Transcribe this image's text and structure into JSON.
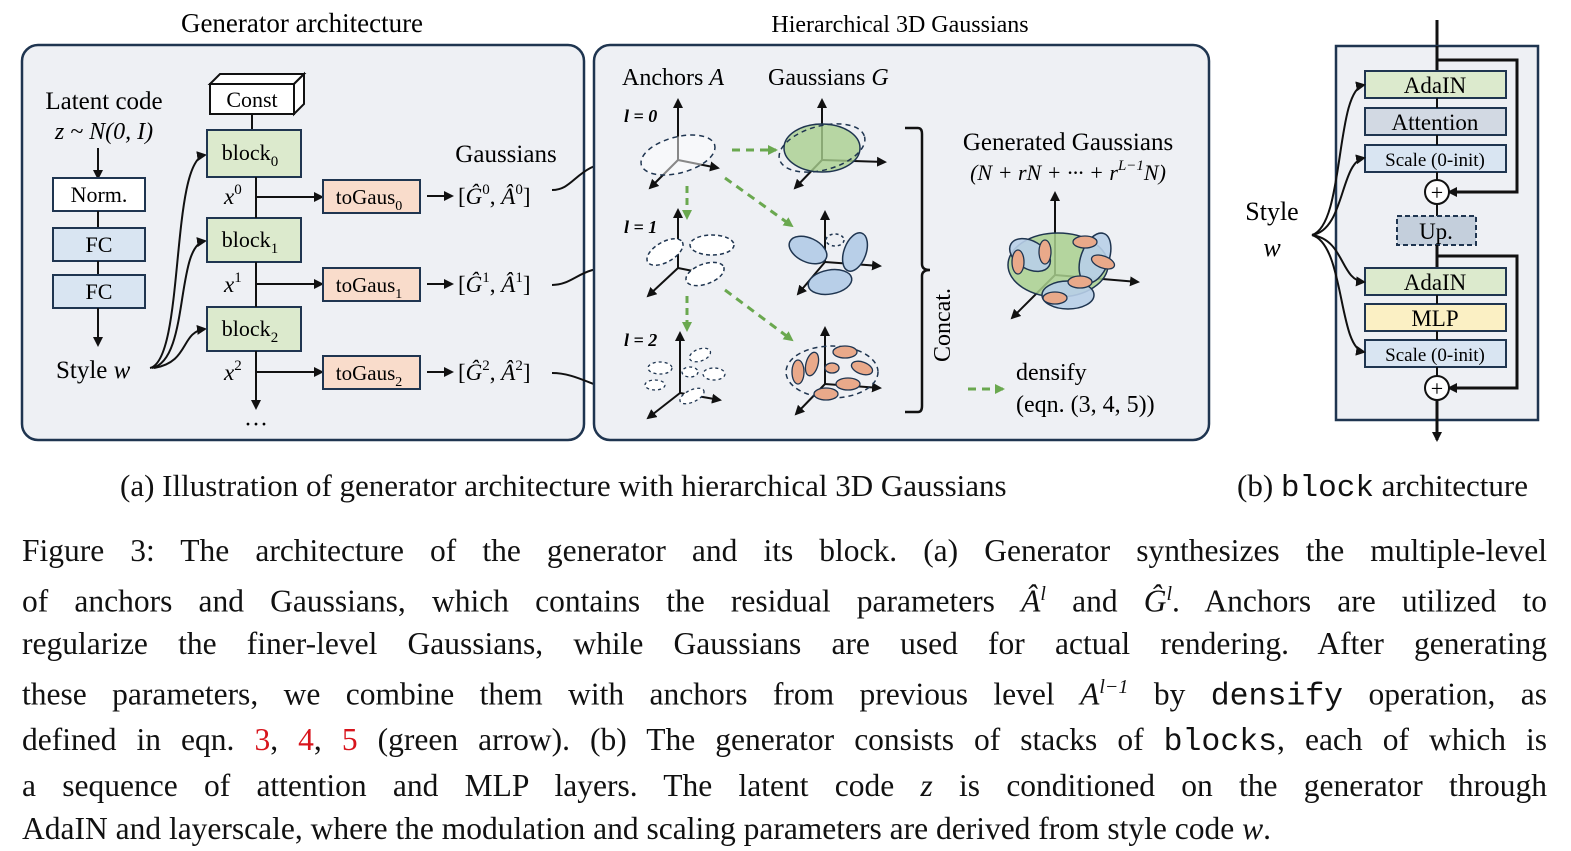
{
  "panel_a": {
    "title_generator": "Generator architecture",
    "title_hier": "Hierarchical 3D Gaussians",
    "latent_code": "Latent code",
    "latent_dist": "z ~ N(0, I)",
    "norm": "Norm.",
    "fc": "FC",
    "style": "Style",
    "style_var": "w",
    "const": "Const",
    "block": "block",
    "x": "x",
    "togaus": "toGaus",
    "gaussians": "Gaussians",
    "levels": [
      "0",
      "1",
      "2"
    ],
    "ellipsis": "···",
    "anchors": "Anchors",
    "anchors_var": "A",
    "gaussians_g": "Gaussians",
    "gaussians_g_var": "G",
    "l_labels": [
      "l = 0",
      "l = 1",
      "l = 2"
    ],
    "generated": "Generated Gaussians",
    "generated_count": "(N + rN + ··· + r",
    "generated_exp": "L−1",
    "generated_end": "N)",
    "concat": "Concat.",
    "densify": "densify",
    "densify_eqn": "(eqn. (3, 4, 5))"
  },
  "panel_b": {
    "adain": "AdaIN",
    "attention": "Attention",
    "scale": "Scale (0-init)",
    "up": "Up.",
    "mlp": "MLP",
    "plus": "+",
    "style": "Style",
    "style_var": "w"
  },
  "sub_caption_a": "(a) Illustration of generator architecture with hierarchical 3D Gaussians",
  "sub_caption_b_prefix": "(b)",
  "sub_caption_b_code": "block",
  "sub_caption_b_suffix": "architecture",
  "caption": {
    "l1": "Figure 3: The architecture of the generator and its block. (a) Generator synthesizes the multiple-level",
    "l2a": "of anchors and Gaussians, which contains the residual parameters ",
    "l2_sym1": "Â",
    "l2_sup": "l",
    "l2_and": " and ",
    "l2_sym2": "Ĝ",
    "l2b": ". Anchors are utilized to",
    "l3": "regularize the finer-level Gaussians, while Gaussians are used for actual rendering. After generating",
    "l4a": "these parameters, we combine them with anchors from previous level ",
    "l4_sym": "A",
    "l4_sup": "l−1",
    "l4b": " by ",
    "l4_code": "densify",
    "l4c": " operation, as",
    "l5a": "defined in eqn. ",
    "ref3": "3",
    "ref4": "4",
    "ref5": "5",
    "l5b": " (green arrow). (b) The generator consists of stacks of ",
    "l5_code": "blocks",
    "l5c": ", each of which is",
    "l6a": "a sequence of attention and MLP layers. The latent code ",
    "l6_z": "z",
    "l6b": " is conditioned on the generator through",
    "l7a": "AdaIN and layerscale, where the modulation and scaling parameters are derived from style code ",
    "l7_w": "w",
    "l7b": "."
  },
  "colors": {
    "panel_bg": "#eef0f4",
    "panel_border": "#1f3550",
    "green_box": "#dceacd",
    "blue_box": "#d9e5f2",
    "orange_box": "#f9dccb",
    "gray_box": "#d2d9e3",
    "yellow_box": "#fbf0c4",
    "densify_arrow": "#6aa84f",
    "ellipse_green": "#a9d08e",
    "ellipse_blue": "#b8cfe8",
    "ellipse_orange": "#e9a98a",
    "ref_red": "#d8141c"
  }
}
